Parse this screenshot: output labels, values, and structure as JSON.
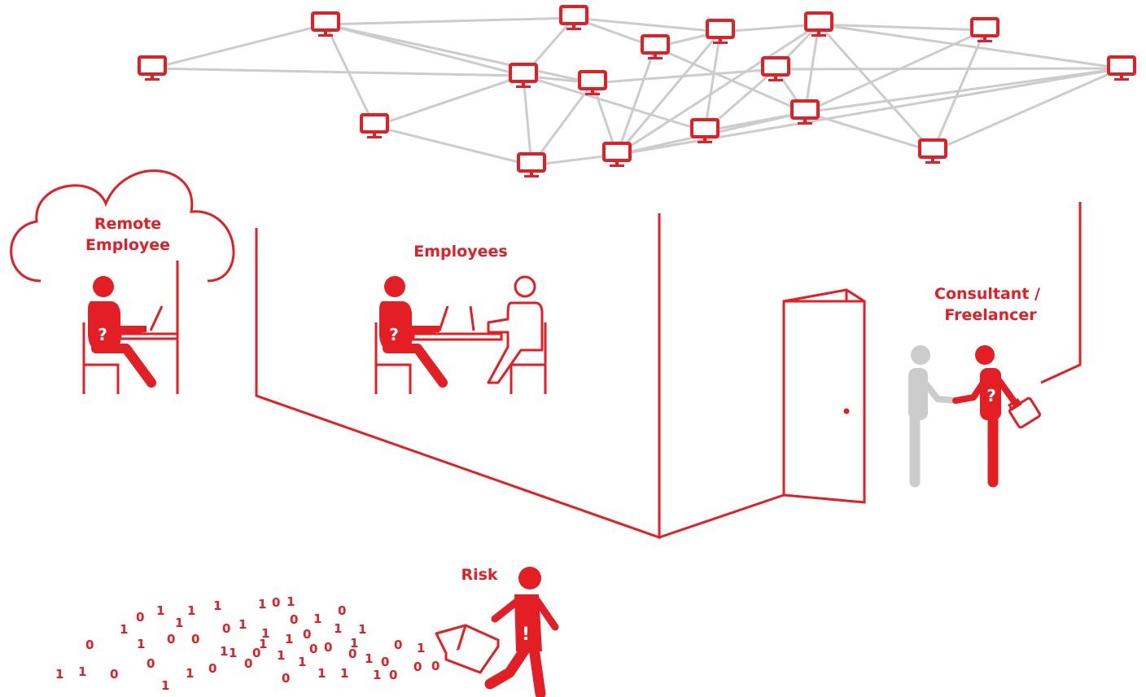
{
  "labels": {
    "remote_line1": "Remote",
    "remote_line2": "Employee",
    "employees": "Employees",
    "consultant_line1": "Consultant /",
    "consultant_line2": "Freelancer",
    "risk": "Risk"
  },
  "figure_marks": {
    "question": "?",
    "exclamation": "!"
  },
  "binary_stream": [
    "1",
    "1",
    "0",
    "0",
    "1",
    "0",
    "1",
    "0",
    "1",
    "0",
    "1",
    "1",
    "1",
    "0",
    "1",
    "0",
    "1",
    "0",
    "1",
    "1",
    "0",
    "1",
    "1",
    "0",
    "1",
    "0",
    "1",
    "0",
    "1",
    "0",
    "1",
    "1",
    "0",
    "1",
    "0",
    "1",
    "0",
    "1",
    "1",
    "1",
    "0",
    "0",
    "0",
    "0",
    "1",
    "0",
    "1",
    "1",
    "0",
    "1",
    "0",
    "1"
  ],
  "colors": {
    "accent": "#e31e24",
    "network_line": "#cccccc",
    "neutral_person": "#cccccc"
  },
  "icons": {
    "network_node": "desktop-monitor-icon",
    "person": "person-icon",
    "laptop": "laptop-icon",
    "chair": "chair-icon",
    "cloud": "cloud-icon",
    "door": "open-door-icon",
    "briefcase": "briefcase-icon",
    "book": "open-book-icon"
  }
}
